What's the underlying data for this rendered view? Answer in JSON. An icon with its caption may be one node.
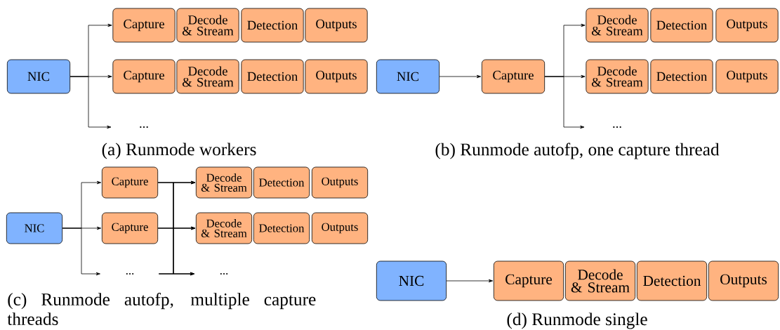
{
  "diagram": {
    "nodes": [
      {
        "text": [
          "NIC"
        ]
      },
      {
        "text": [
          "Capture"
        ]
      },
      {
        "text": [
          "Decode & Stream"
        ]
      },
      {
        "text": [
          "Detection"
        ]
      },
      {
        "text": [
          "Outputs"
        ]
      },
      {
        "text": [
          "Capture"
        ]
      },
      {
        "text": [
          "Decode & Stream"
        ]
      },
      {
        "text": [
          "Detection"
        ]
      },
      {
        "text": [
          "Outputs"
        ]
      },
      {
        "text": [
          "..."
        ]
      },
      {
        "text": [
          "NIC"
        ]
      },
      {
        "text": [
          "Capture"
        ]
      },
      {
        "text": [
          "Decode & Stream"
        ]
      },
      {
        "text": [
          "Detection"
        ]
      },
      {
        "text": [
          "Outputs"
        ]
      },
      {
        "text": [
          "Decode & Stream"
        ]
      },
      {
        "text": [
          "Detection"
        ]
      },
      {
        "text": [
          "Outputs"
        ]
      },
      {
        "text": [
          "..."
        ]
      },
      {
        "text": [
          "NIC"
        ]
      },
      {
        "text": [
          "Capture"
        ]
      },
      {
        "text": [
          "Decode & Stream"
        ]
      },
      {
        "text": [
          "Detection"
        ]
      },
      {
        "text": [
          "Outputs"
        ]
      },
      {
        "text": [
          "Capture"
        ]
      },
      {
        "text": [
          "Decode & Stream"
        ]
      },
      {
        "text": [
          "Detection"
        ]
      },
      {
        "text": [
          "Outputs"
        ]
      },
      {
        "text": [
          "..."
        ]
      },
      {
        "text": [
          "..."
        ]
      },
      {
        "text": [
          "NIC"
        ]
      },
      {
        "text": [
          "Capture"
        ]
      },
      {
        "text": [
          "Decode & Stream"
        ]
      },
      {
        "text": [
          "Detection"
        ]
      },
      {
        "text": [
          "Outputs"
        ]
      }
    ],
    "edges": [
      {
        "from": 0,
        "to": 1,
        "arrow": "to"
      },
      {
        "from": 0,
        "to": 5,
        "arrow": "to"
      },
      {
        "from": 0,
        "to": 9,
        "arrow": "to"
      },
      {
        "from": 10,
        "to": 11,
        "arrow": "to"
      },
      {
        "from": 11,
        "to": 12,
        "arrow": "to"
      },
      {
        "from": 11,
        "to": 15,
        "arrow": "to"
      },
      {
        "from": 11,
        "to": 18,
        "arrow": "to"
      },
      {
        "from": 19,
        "to": 20,
        "arrow": "to"
      },
      {
        "from": 19,
        "to": 24,
        "arrow": "to"
      },
      {
        "from": 19,
        "to": 28,
        "arrow": "to"
      },
      {
        "from": 20,
        "to": 21,
        "arrow": "to"
      },
      {
        "from": 20,
        "to": 25,
        "arrow": "to"
      },
      {
        "from": 20,
        "to": 29,
        "arrow": "to"
      },
      {
        "from": 24,
        "to": 21,
        "arrow": "to"
      },
      {
        "from": 24,
        "to": 25,
        "arrow": "to"
      },
      {
        "from": 24,
        "to": 29,
        "arrow": "to"
      },
      {
        "from": 28,
        "to": 21,
        "arrow": "to"
      },
      {
        "from": 28,
        "to": 25,
        "arrow": "to"
      },
      {
        "from": 28,
        "to": 29,
        "arrow": "to"
      },
      {
        "from": 30,
        "to": 31,
        "arrow": "to"
      }
    ],
    "labels": [
      "(a) Runmode workers",
      "(b) Runmode autofp, one capture thread",
      "(c) Runmode autofp, multiple capture threads",
      "(d) Runmode single"
    ]
  }
}
